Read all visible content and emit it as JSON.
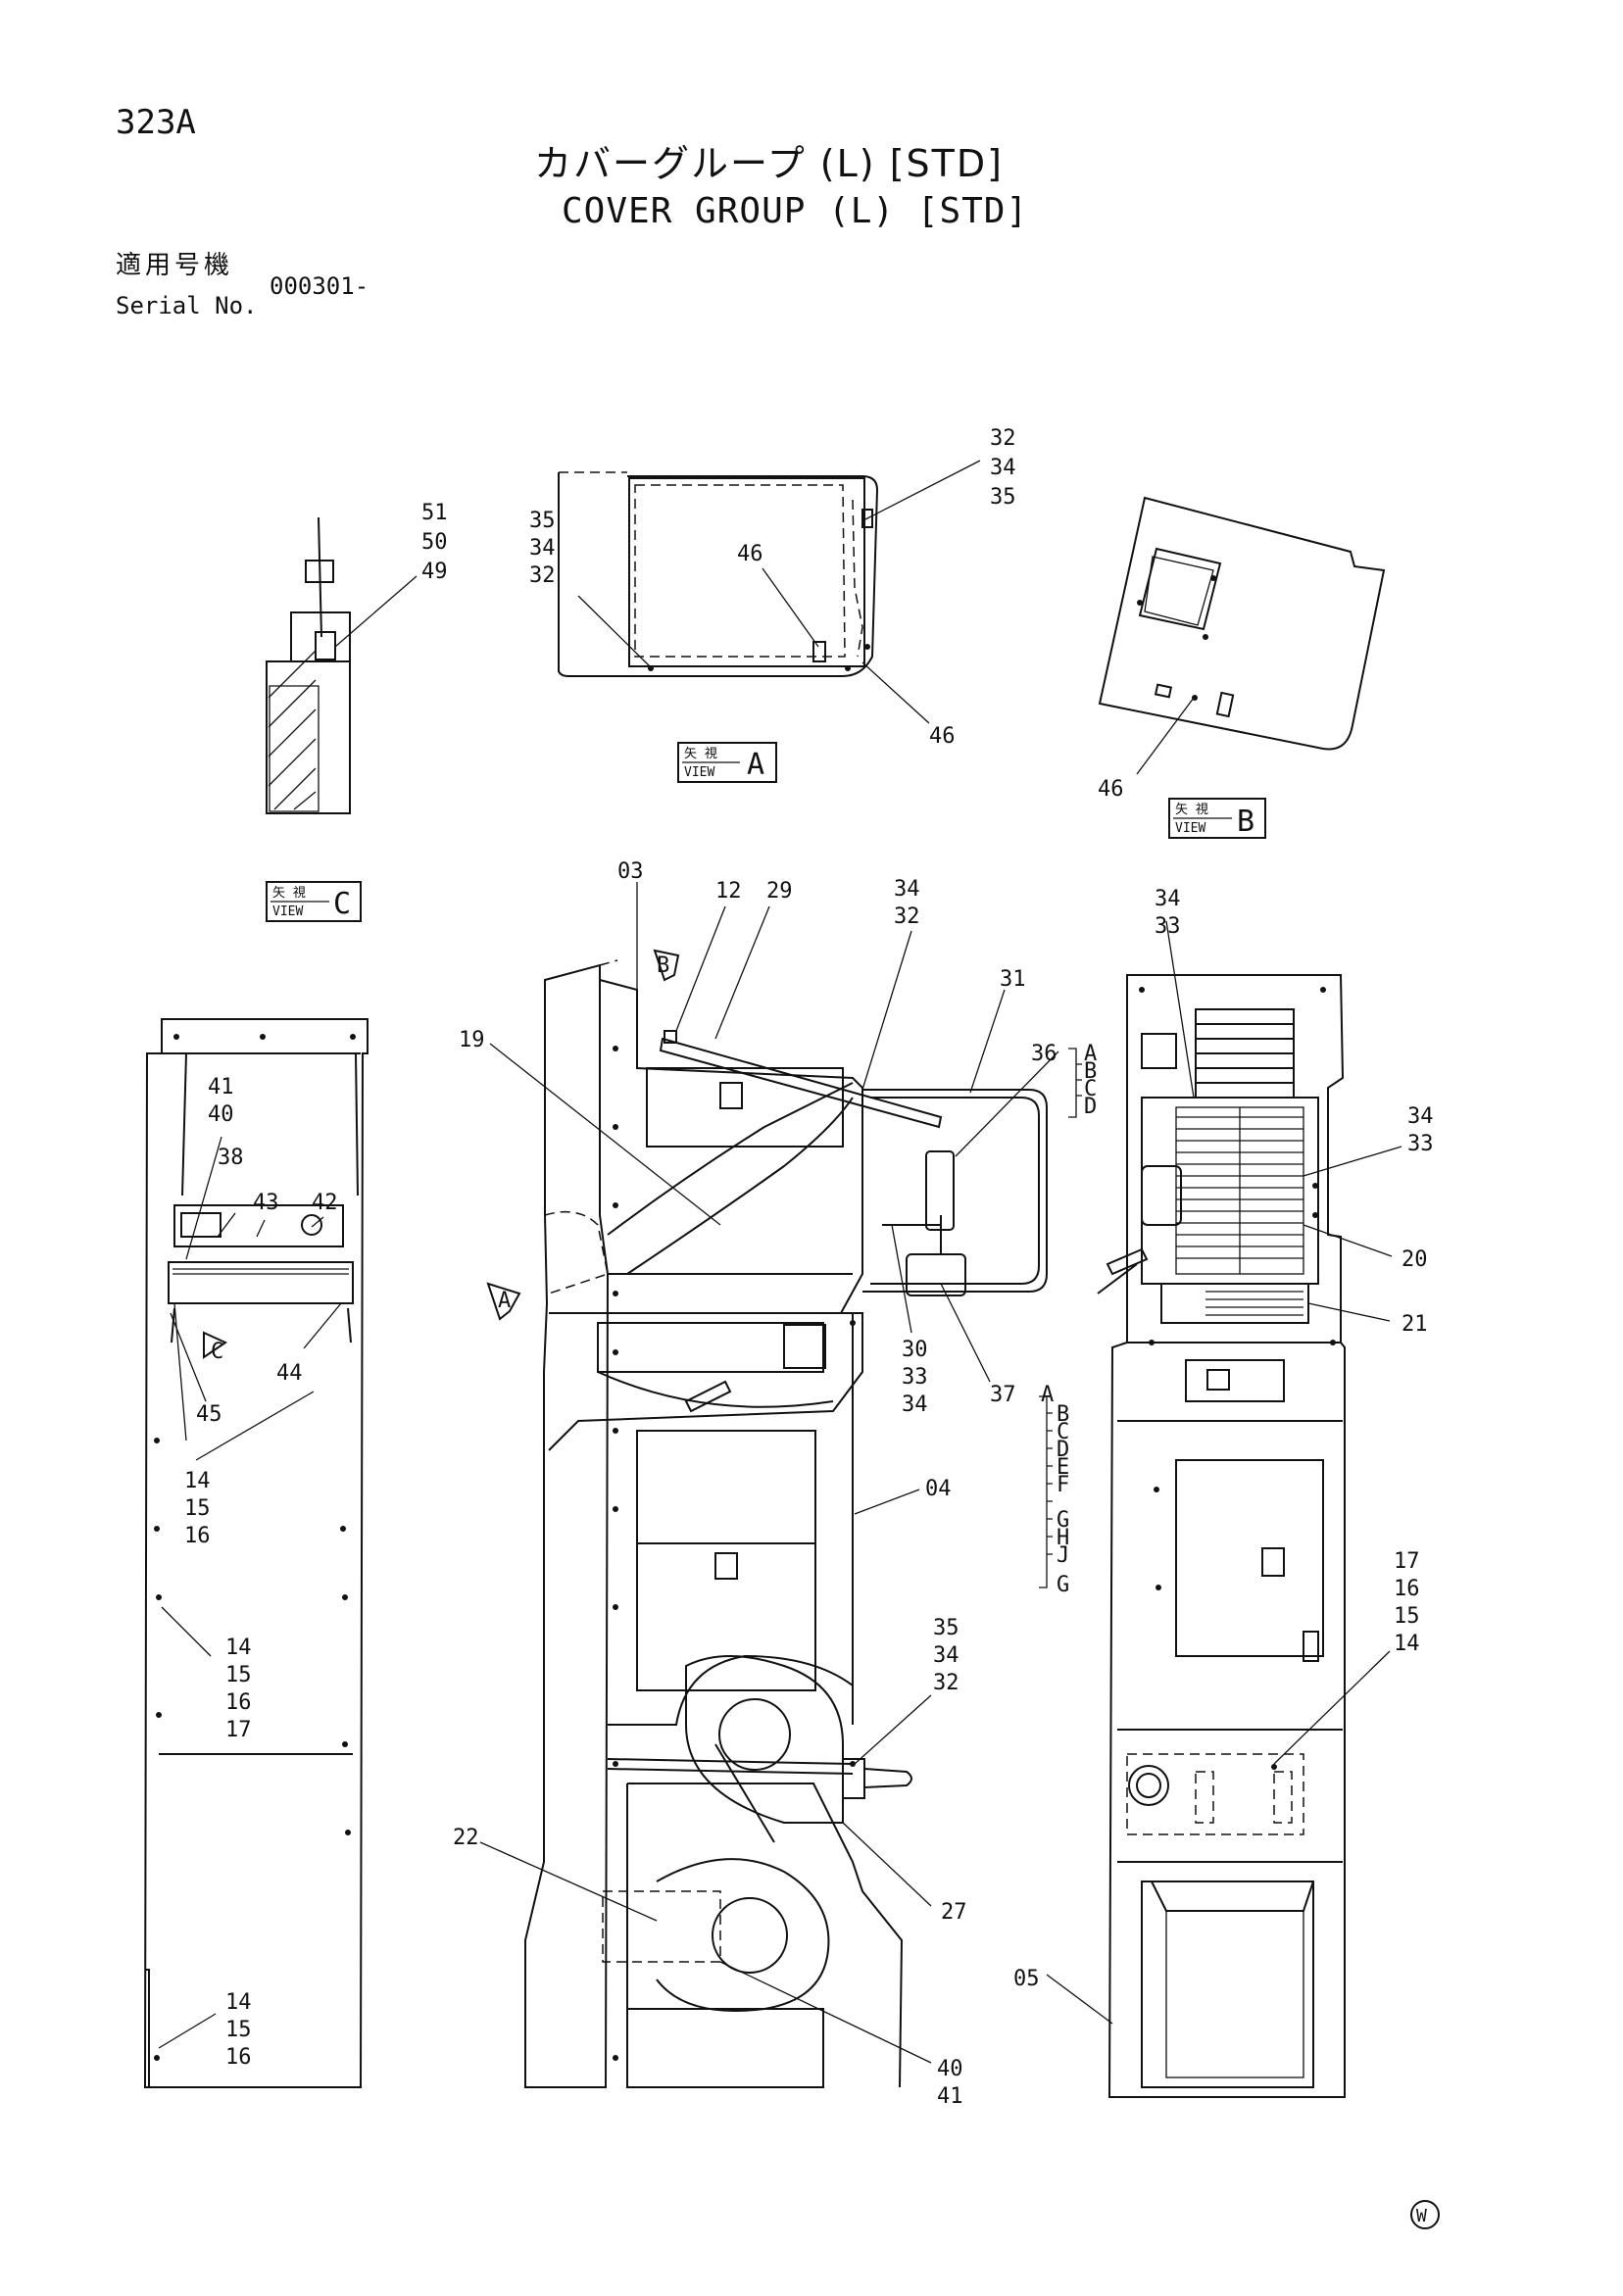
{
  "page_id": "323A",
  "title_jp": "カバーグループ (L) [STD]",
  "title_en": "COVER GROUP (L) [STD]",
  "serial": {
    "label_jp": "適用号機",
    "label_en": "Serial No.",
    "value": "000301-"
  },
  "view_tag": {
    "jp": "矢 視",
    "en": "VIEW"
  },
  "views": {
    "A": "A",
    "B": "B",
    "C": "C"
  },
  "callouts": {
    "view_c_top": [
      "51",
      "50",
      "49"
    ],
    "view_a_left": [
      "35",
      "34",
      "32"
    ],
    "view_a_right": [
      "32",
      "34",
      "35"
    ],
    "view_a_mid": "46",
    "view_a_low": "46",
    "view_b": "46",
    "main_03": "03",
    "main_12": "12",
    "main_29": "29",
    "main_top_right": [
      "34",
      "32"
    ],
    "main_31": "31",
    "main_19": "19",
    "main_36": "36",
    "main_36_variants": [
      "A",
      "B",
      "C",
      "D"
    ],
    "main_mirror_stack": [
      "30",
      "33",
      "34"
    ],
    "main_37": "37",
    "main_37_variants": [
      "A",
      "B",
      "C",
      "D",
      "E",
      "F",
      "G",
      "H",
      "J",
      "G"
    ],
    "main_04": "04",
    "main_bolt_stack": [
      "35",
      "34",
      "32"
    ],
    "main_22": "22",
    "main_27": "27",
    "main_bottom_stack": [
      "40",
      "41"
    ],
    "left_top_stack": [
      "41",
      "40"
    ],
    "left_38": "38",
    "left_43": "43",
    "left_42": "42",
    "left_44": "44",
    "left_45": "45",
    "left_stack_1": [
      "14",
      "15",
      "16"
    ],
    "left_stack_2": [
      "14",
      "15",
      "16",
      "17"
    ],
    "left_stack_3": [
      "14",
      "15",
      "16"
    ],
    "right_top_stack": [
      "34",
      "33"
    ],
    "right_side_stack": [
      "34",
      "33"
    ],
    "right_20": "20",
    "right_21": "21",
    "right_lower_stack": [
      "17",
      "16",
      "15",
      "14"
    ],
    "right_05": "05"
  },
  "corner_mark": "W"
}
